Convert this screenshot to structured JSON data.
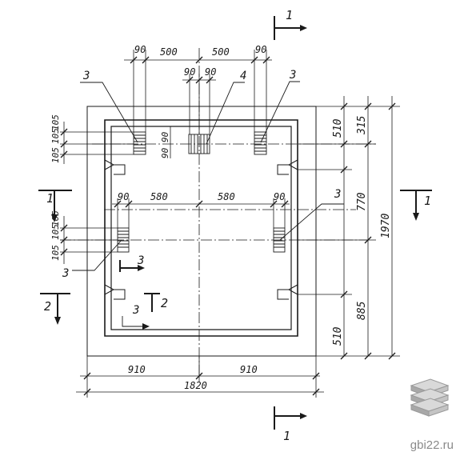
{
  "dims": {
    "top_90_left": "90",
    "top_500_left": "500",
    "top_500_right": "500",
    "top_90_right": "90",
    "mid_90_a": "90",
    "mid_90_b": "90",
    "mid_580_left": "580",
    "mid_580_right": "580",
    "mid_90_left": "90",
    "mid_90_right": "90",
    "side_105_a": "105",
    "side_105_b": "105",
    "side_105_c": "105",
    "side_105_d": "105",
    "side_105_e": "105",
    "side_105_f": "105",
    "inner_90_a": "90",
    "inner_90_b": "90",
    "right_510_top": "510",
    "right_315": "315",
    "right_770": "770",
    "right_1970": "1970",
    "right_885": "885",
    "right_510_bottom": "510",
    "bottom_910_left": "910",
    "bottom_910_right": "910",
    "bottom_1820": "1820"
  },
  "callouts": {
    "c3_top_left": "3",
    "c4_top": "4",
    "c3_top_right": "3",
    "c3_right_mid": "3",
    "c3_left_mid": "3",
    "c3_bottom_section": "3",
    "c3_bottom_arrow": "3"
  },
  "sections": {
    "top_1": "1",
    "left_1": "1",
    "right_1": "1",
    "left_2": "2",
    "bottom_2": "2",
    "bottom_1": "1"
  },
  "watermark": "gbi22.ru"
}
